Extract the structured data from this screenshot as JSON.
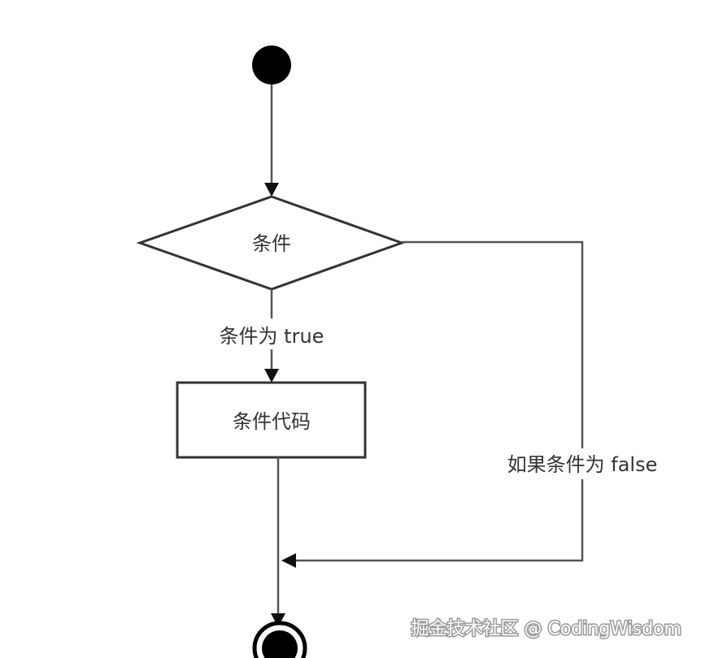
{
  "diagram": {
    "decision": {
      "label": "条件"
    },
    "action": {
      "label": "条件代码"
    },
    "edges": {
      "true_label": "条件为 true",
      "false_label": "如果条件为 false"
    }
  },
  "watermark": {
    "text": "掘金技术社区 @ CodingWisdom"
  },
  "colors": {
    "line": "#555555",
    "shape_stroke": "#333333",
    "node_fill": "#000000",
    "text": "#333333",
    "watermark": "#ffffff"
  }
}
